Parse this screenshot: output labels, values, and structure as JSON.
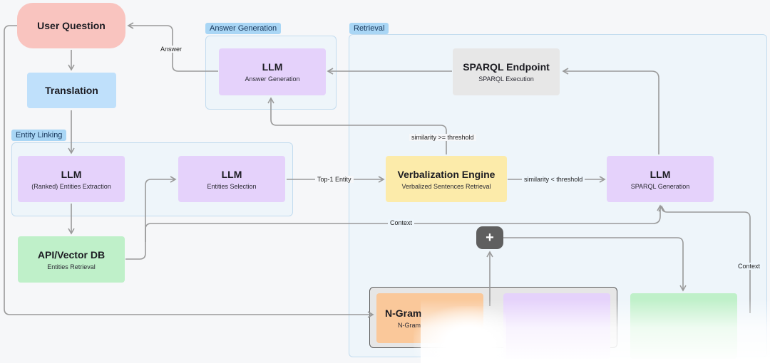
{
  "groups": {
    "answer_generation": "Answer Generation",
    "retrieval": "Retrieval",
    "entity_linking": "Entity Linking"
  },
  "nodes": {
    "user_question": {
      "title": "User Question"
    },
    "translation": {
      "title": "Translation"
    },
    "llm_extraction": {
      "title": "LLM",
      "subtitle": "(Ranked) Entities Extraction"
    },
    "llm_selection": {
      "title": "LLM",
      "subtitle": "Entities Selection"
    },
    "api_vector_db": {
      "title": "API/Vector DB",
      "subtitle": "Entities Retrieval"
    },
    "llm_answer": {
      "title": "LLM",
      "subtitle": "Answer Generation"
    },
    "sparql_endpoint": {
      "title": "SPARQL Endpoint",
      "subtitle": "SPARQL Execution"
    },
    "verbalization": {
      "title": "Verbalization Engine",
      "subtitle": "Verbalized Sentences Retrieval"
    },
    "llm_sparql": {
      "title": "LLM",
      "subtitle": "SPARQL Generation"
    },
    "ngram": {
      "title": "N-Gram",
      "subtitle": "N-Gram"
    },
    "plus": {
      "symbol": "+"
    }
  },
  "edge_labels": {
    "answer": "Answer",
    "similarity_ge": "similarity >= threshold",
    "top1": "Top-1 Entity",
    "similarity_lt": "similarity < threshold",
    "context_mid": "Context",
    "context_right": "Context"
  },
  "colors": {
    "purple": "#e5d2fb",
    "yellow": "#fcebaa",
    "gray": "#e7e7e7",
    "green": "#bff0c9",
    "blue": "#bfe0fb",
    "user_question": "#f9c4bf",
    "group_tag": "#a9d6f5",
    "edge": "#9a9a9a"
  }
}
